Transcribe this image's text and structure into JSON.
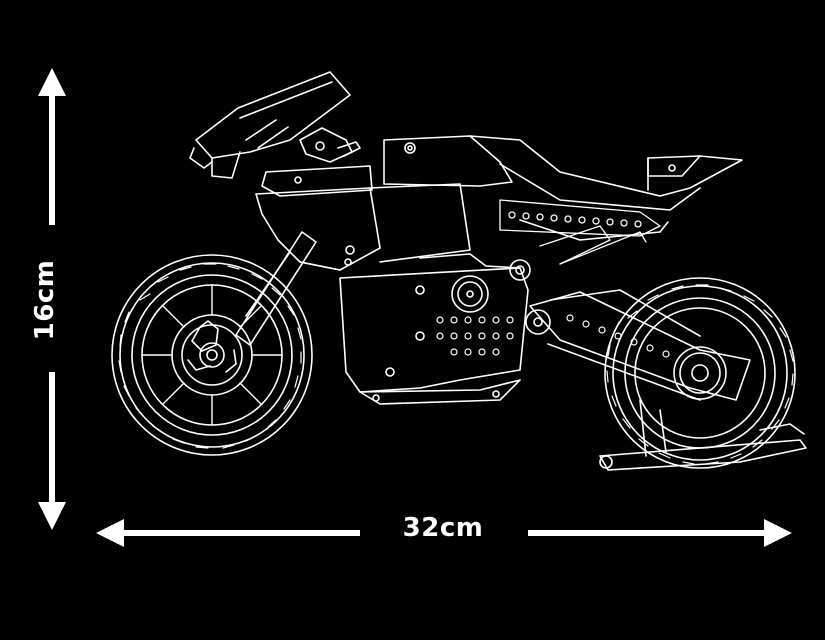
{
  "dimensions": {
    "height_label": "16cm",
    "width_label": "32cm"
  },
  "colors": {
    "background": "#000000",
    "line": "#ffffff"
  },
  "subject": {
    "icon": "motorcycle-line-drawing"
  }
}
